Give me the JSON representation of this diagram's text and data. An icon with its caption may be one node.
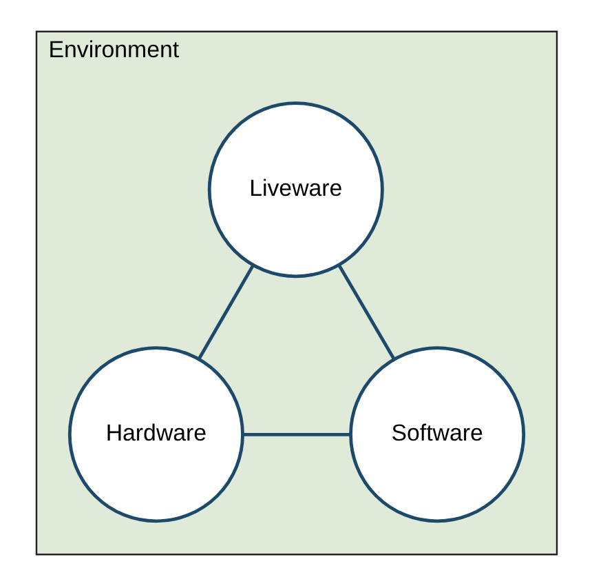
{
  "diagram": {
    "nodes": [
      {
        "text": [
          "Environment"
        ]
      },
      {
        "text": [
          "Liveware"
        ],
        "in": 0
      },
      {
        "text": [
          "Hardware"
        ],
        "in": 0
      },
      {
        "text": [
          "Software"
        ],
        "in": 0
      }
    ],
    "edges": [
      {
        "from": 1,
        "to": 2,
        "arrow": "none"
      },
      {
        "from": 1,
        "to": 3,
        "arrow": "none"
      },
      {
        "from": 2,
        "to": 3,
        "arrow": "none"
      }
    ]
  }
}
